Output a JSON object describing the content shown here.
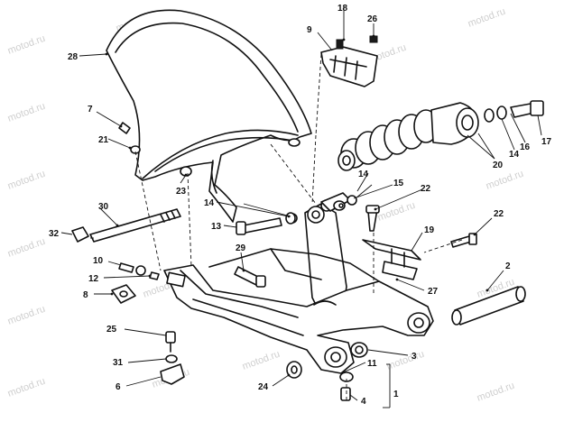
{
  "watermark": "motod.ru",
  "callouts": [
    {
      "n": "1"
    },
    {
      "n": "2"
    },
    {
      "n": "3"
    },
    {
      "n": "4"
    },
    {
      "n": "6"
    },
    {
      "n": "7"
    },
    {
      "n": "8"
    },
    {
      "n": "9"
    },
    {
      "n": "10"
    },
    {
      "n": "11"
    },
    {
      "n": "12"
    },
    {
      "n": "13"
    },
    {
      "n": "14"
    },
    {
      "n": "14"
    },
    {
      "n": "14"
    },
    {
      "n": "15"
    },
    {
      "n": "16"
    },
    {
      "n": "17"
    },
    {
      "n": "18"
    },
    {
      "n": "19"
    },
    {
      "n": "20"
    },
    {
      "n": "21"
    },
    {
      "n": "22"
    },
    {
      "n": "22"
    },
    {
      "n": "23"
    },
    {
      "n": "24"
    },
    {
      "n": "25"
    },
    {
      "n": "26"
    },
    {
      "n": "27"
    },
    {
      "n": "28"
    },
    {
      "n": "29"
    },
    {
      "n": "30"
    },
    {
      "n": "31"
    },
    {
      "n": "32"
    }
  ]
}
